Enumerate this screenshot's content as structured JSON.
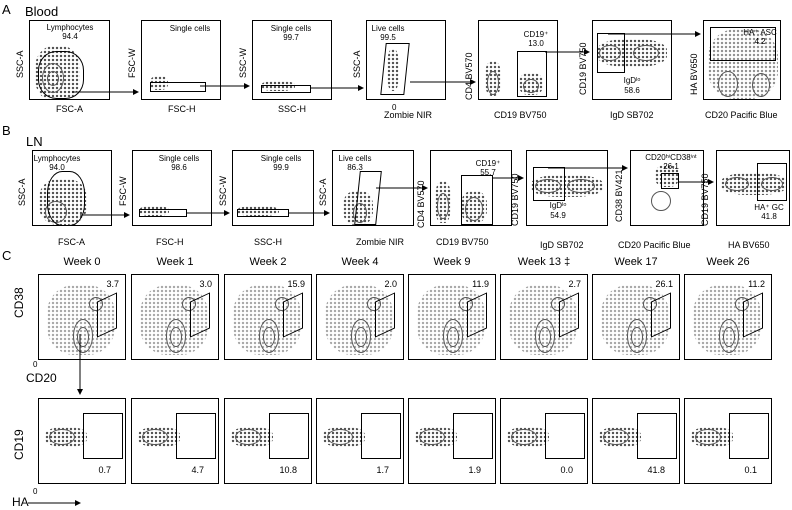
{
  "labels": {
    "A": "A",
    "B": "B",
    "C": "C"
  },
  "section_a": {
    "title": "Blood",
    "panels": [
      {
        "x": "FSC-A",
        "y": "SSC-A",
        "gate": "Lymphocytes",
        "value": "94.4"
      },
      {
        "x": "FSC-H",
        "y": "FSC-W",
        "gate": "Single cells",
        "value": ""
      },
      {
        "x": "SSC-H",
        "y": "SSC-W",
        "gate": "Single cells",
        "value": "99.7"
      },
      {
        "x": "Zombie NIR",
        "y": "SSC-A",
        "gate": "Live cells",
        "value": "99.5"
      },
      {
        "x": "CD19 BV750",
        "y": "CD4 BV570",
        "gate": "CD19⁺",
        "value": "13.0"
      },
      {
        "x": "IgD SB702",
        "y": "CD19 BV750",
        "gate": "IgDˡᵒ",
        "value": "58.6"
      },
      {
        "x": "CD20 Pacific Blue",
        "y": "HA BV650",
        "gate": "HA⁺ ASC",
        "value": "4.2"
      }
    ]
  },
  "section_b": {
    "title": "LN",
    "panels": [
      {
        "x": "FSC-A",
        "y": "SSC-A",
        "gate": "Lymphocytes",
        "value": "94.0"
      },
      {
        "x": "FSC-H",
        "y": "FSC-W",
        "gate": "Single cells",
        "value": "98.6"
      },
      {
        "x": "SSC-H",
        "y": "SSC-W",
        "gate": "Single cells",
        "value": "99.9"
      },
      {
        "x": "Zombie NIR",
        "y": "SSC-A",
        "gate": "Live cells",
        "value": "86.3"
      },
      {
        "x": "CD19 BV750",
        "y": "CD4 BV570",
        "gate": "CD19⁺",
        "value": "55.7"
      },
      {
        "x": "IgD SB702",
        "y": "CD19 BV750",
        "gate": "IgDˡᵒ",
        "value": "54.9"
      },
      {
        "x": "CD20 Pacific Blue",
        "y": "CD38 BV421",
        "gate": "CD20ʰⁱCD38ⁱⁿᵗ",
        "value": "26.1"
      },
      {
        "x": "HA BV650",
        "y": "CD19 BV750",
        "gate": "HA⁺ GC",
        "value": "41.8"
      }
    ]
  },
  "section_c": {
    "weeks": [
      "Week 0",
      "Week 1",
      "Week 2",
      "Week 4",
      "Week 9",
      "Week 13 ‡",
      "Week 17",
      "Week 26"
    ],
    "top_values": [
      "3.7",
      "3.0",
      "15.9",
      "2.0",
      "11.9",
      "2.7",
      "26.1",
      "11.2"
    ],
    "bottom_values": [
      "0.7",
      "4.7",
      "10.8",
      "1.7",
      "1.9",
      "0.0",
      "41.8",
      "0.1"
    ],
    "top_y": "CD38",
    "top_x": "CD20",
    "bottom_y": "CD19",
    "bottom_x": "HA",
    "zero": "0"
  }
}
